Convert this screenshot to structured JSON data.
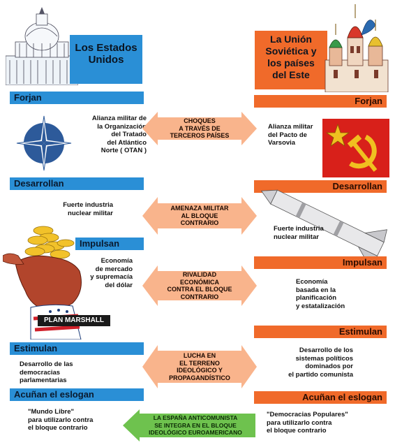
{
  "usa": {
    "title_line1": "Los Estados",
    "title_line2": "Unidos",
    "forjan": "Forjan",
    "alliance": [
      "Alianza militar de",
      "la Organización",
      "del Tratado",
      "del Atlántico",
      "Norte ( OTAN )"
    ],
    "desarrollan": "Desarrollan",
    "nuclear": [
      "Fuerte industria",
      "nuclear militar"
    ],
    "impulsan": "Impulsan",
    "economy": [
      "Economía",
      "de mercado",
      "y supremacía",
      "del dólar"
    ],
    "plan": "PLAN MARSHALL",
    "estimulan": "Estimulan",
    "democracy": [
      "Desarrollo de las",
      "democracias",
      "parlamentarias"
    ],
    "eslogan": "Acuñan el eslogan",
    "slogan": [
      "\"Mundo Libre\"",
      "para utilizarlo contra",
      "el bloque contrario"
    ]
  },
  "ussr": {
    "title_line1": "La Unión",
    "title_line2": "Soviética y",
    "title_line3": "los países",
    "title_line4": "del Este",
    "forjan": "Forjan",
    "alliance": [
      "Alianza militar",
      "del Pacto de",
      "Varsovia"
    ],
    "desarrollan": "Desarrollan",
    "nuclear": [
      "Fuerte industria",
      "nuclear militar"
    ],
    "impulsan": "Impulsan",
    "economy": [
      "Economía",
      "basada en la",
      "planificación",
      "y estatalización"
    ],
    "estimulan": "Estimulan",
    "politics": [
      "Desarrollo de los",
      "sistemas políticos",
      "dominados por",
      "el partido comunista"
    ],
    "eslogan": "Acuñan el eslogan",
    "slogan": [
      "\"Democracias Populares\"",
      "para utilizarlo contra",
      "el bloque contrario"
    ]
  },
  "center": {
    "a1": [
      "CHOQUES",
      "A TRAVÉS DE",
      "TERCEROS PAÍSES"
    ],
    "a2": [
      "AMENAZA MILITAR",
      "AL BLOQUE",
      "CONTRARIO"
    ],
    "a3": [
      "RIVALIDAD",
      "ECONÓMICA",
      "CONTRA EL BLOQUE",
      "CONTRARIO"
    ],
    "a4": [
      "LUCHA EN",
      "EL TERRENO",
      "IDEOLÓGICO Y",
      "PROPAGANDÍSTICO"
    ],
    "spain": [
      "LA ESPAÑA ANTICOMUNISTA",
      "SE INTEGRA EN EL BLOQUE",
      "IDEOLÓGICO EUROAMERICANO"
    ]
  },
  "colors": {
    "usa_blue": "#2a8fd6",
    "ussr_orange": "#f06a2a",
    "arrow_fill": "#f9b48c",
    "spain_green": "#6ec24e"
  }
}
